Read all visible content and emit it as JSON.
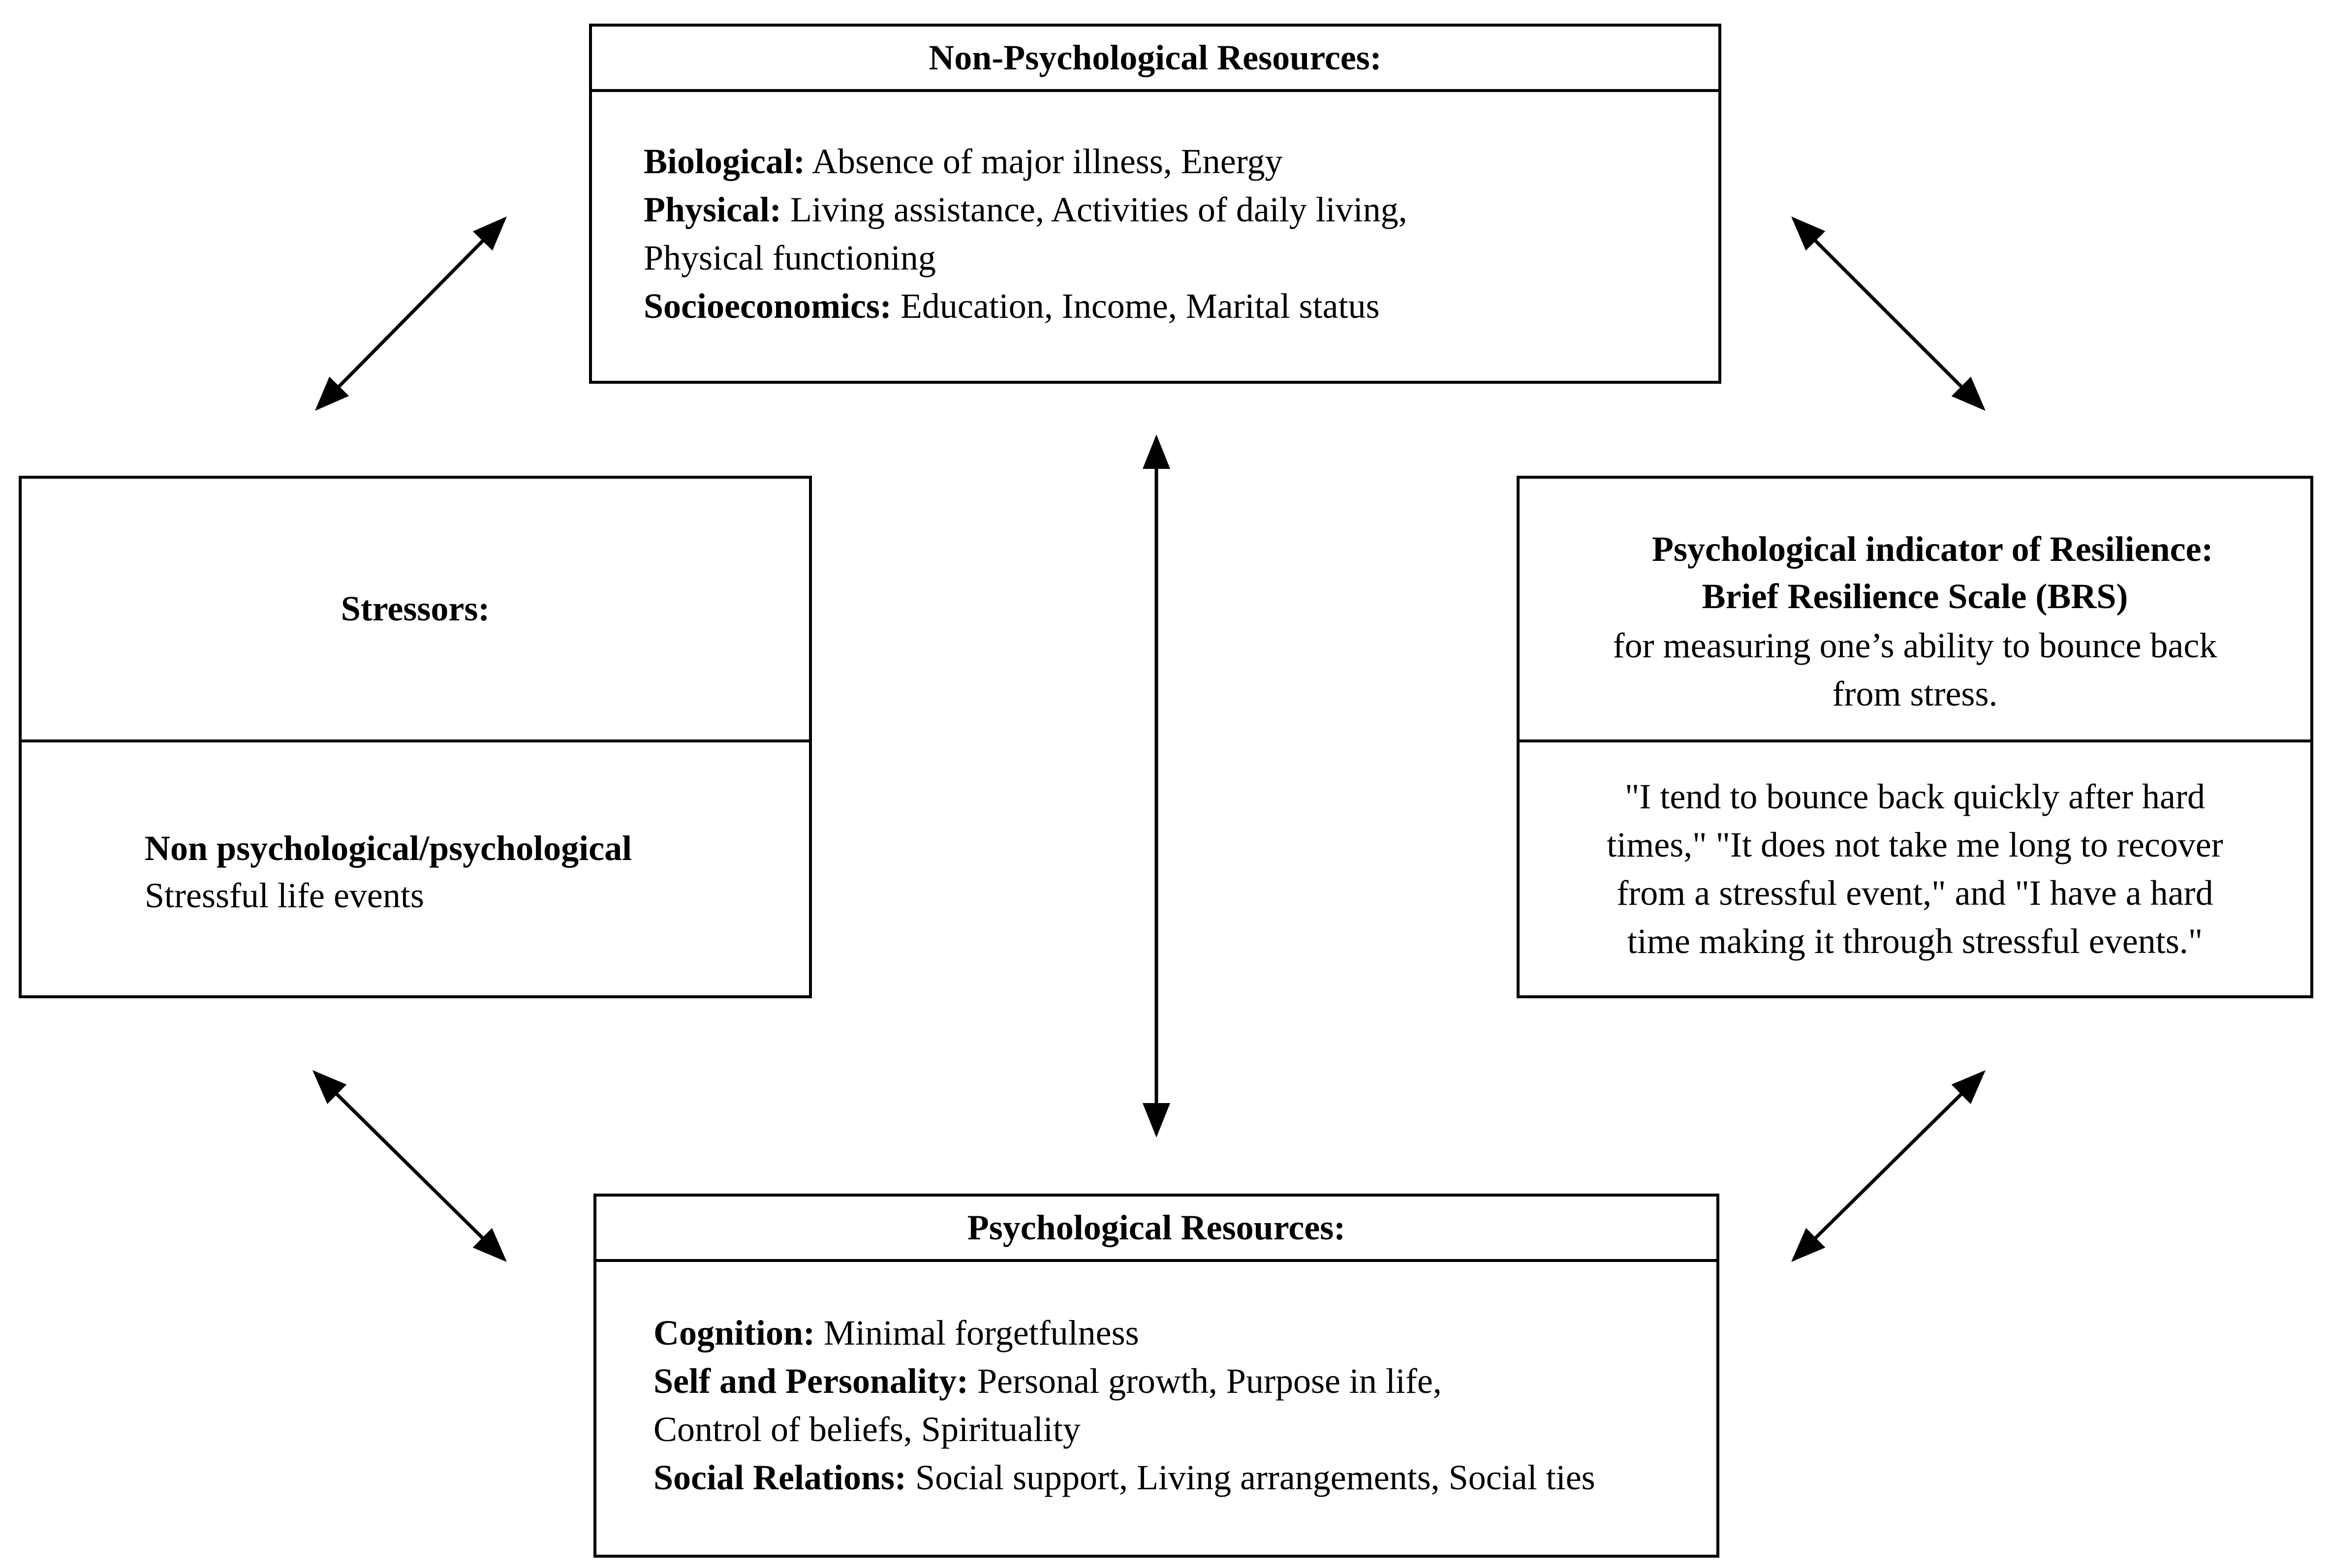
{
  "non_psych": {
    "title": "Non-Psychological Resources:",
    "rows": [
      {
        "label": "Biological:",
        "text": " Absence of major illness, Energy"
      },
      {
        "label": "Physical:",
        "text": " Living assistance, Activities of daily living,"
      },
      {
        "label": "",
        "text": "Physical functioning"
      },
      {
        "label": "Socioeconomics:",
        "text": " Education, Income, Marital status"
      }
    ]
  },
  "stressors": {
    "title": "Stressors:",
    "bold_line": "Non psychological/psychological",
    "line": "Stressful life events"
  },
  "resilience": {
    "title_1": "Psychological indicator  of Resilience:",
    "title_2": "Brief Resilience Scale (BRS)",
    "desc_1": "for measuring one’s ability to bounce back",
    "desc_2": "from stress.",
    "quote": [
      "\"I tend to bounce back quickly after hard",
      "times,\" \"It does not take me long to recover",
      "from a stressful event,\" and \"I have a hard",
      "time making it through stressful events.\""
    ]
  },
  "psych": {
    "title": "Psychological Resources:",
    "rows": [
      {
        "label": "Cognition:",
        "text": " Minimal forgetfulness"
      },
      {
        "label": "Self and Personality:",
        "text": " Personal growth, Purpose in life,"
      },
      {
        "label": "",
        "text": "Control of beliefs, Spirituality"
      },
      {
        "label": "Social Relations:",
        "text": " Social support, Living arrangements, Social ties"
      }
    ]
  }
}
